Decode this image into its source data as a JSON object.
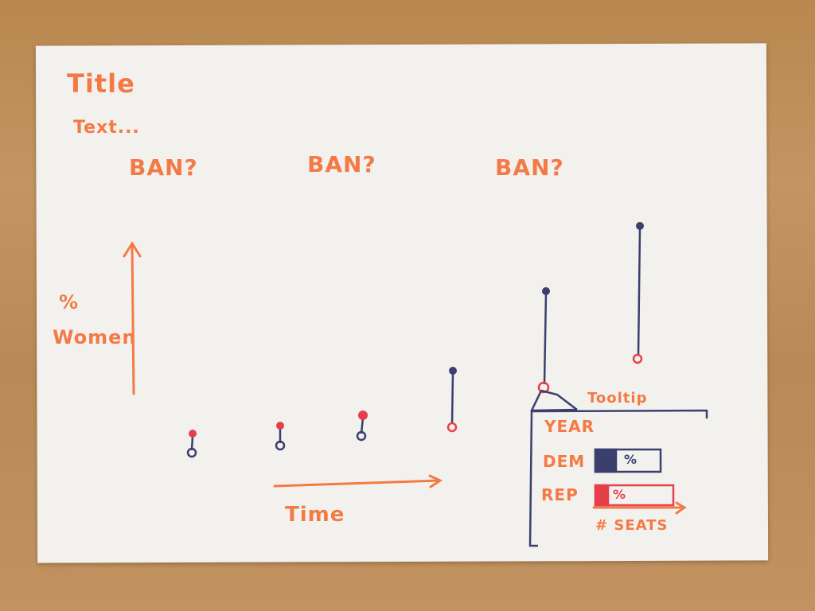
{
  "title": "Title",
  "subtitle": "Text...",
  "annotations": [
    "BAN?",
    "BAN?",
    "BAN?"
  ],
  "y_axis_label": [
    "%",
    "Women"
  ],
  "x_axis_label": "Time",
  "tooltip": {
    "label": "Tooltip",
    "year_label": "YEAR",
    "dem_label": "DEM",
    "rep_label": "REP",
    "dem_bar_text": "%",
    "rep_bar_text": "%",
    "seats_label": "# SEATS"
  },
  "colors": {
    "orange": "#f47a45",
    "navy": "#3b3f6e",
    "red": "#e5404a"
  }
}
